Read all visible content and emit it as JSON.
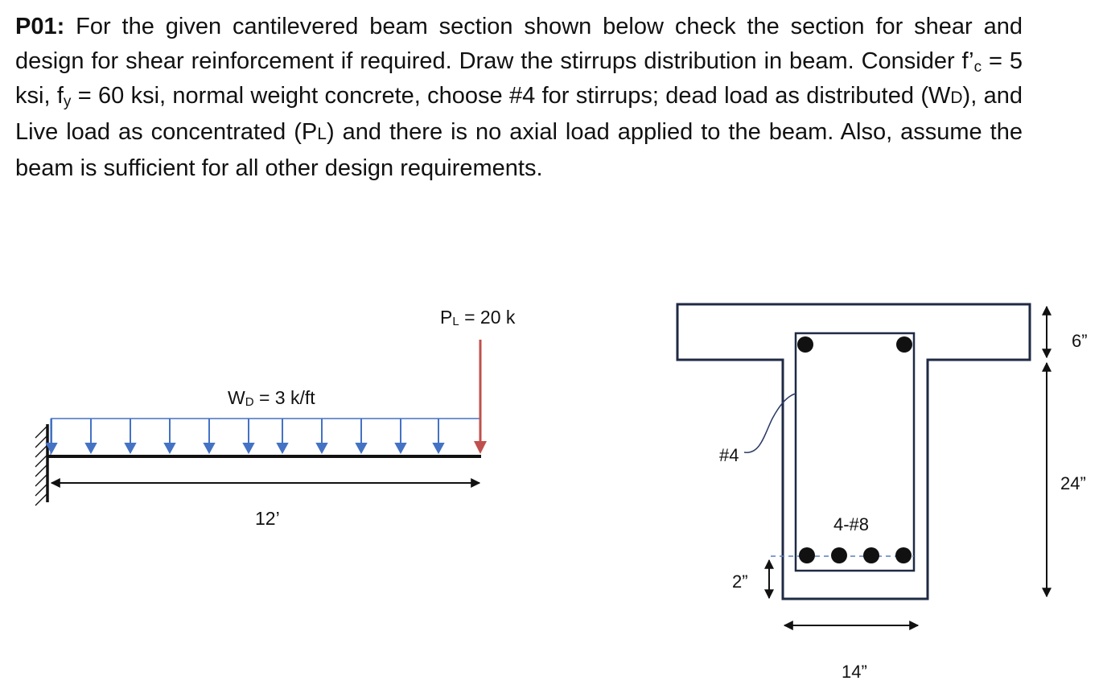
{
  "problem": {
    "id": "P01:",
    "p1": " For the given cantilevered beam section shown below check the section for shear and design for shear reinforcement if required. Draw the stirrups distribution in beam. Consider f",
    "fc_prime": "’",
    "fc_sub": "c",
    "p2": " = 5 ksi, f",
    "fy_sub": "y",
    "p3": " = 60 ksi, normal weight concrete, choose #4 for stirrups; dead load as distributed (W",
    "wd_sub": "D",
    "p4": "), and Live load as concentrated (P",
    "pl_sub": "L",
    "p5": ") and there is no axial load applied to the beam. Also, assume the beam is sufficient for all other design requirements."
  },
  "beam": {
    "pl_main": "P",
    "pl_sub": "L",
    "pl_value": " = 20 k",
    "wd_main": "W",
    "wd_sub": "D",
    "wd_value": " = 3 k/ft",
    "span": "12’"
  },
  "section": {
    "flange_depth": "6”",
    "web_depth": "24”",
    "cover": "2”",
    "width": "14”",
    "stirrup": "#4",
    "bottom_bars": "4-#8"
  },
  "colors": {
    "load_blue": "#4472c4",
    "point_load_red": "#c0504d",
    "dash_blue": "#5b7fbf"
  }
}
